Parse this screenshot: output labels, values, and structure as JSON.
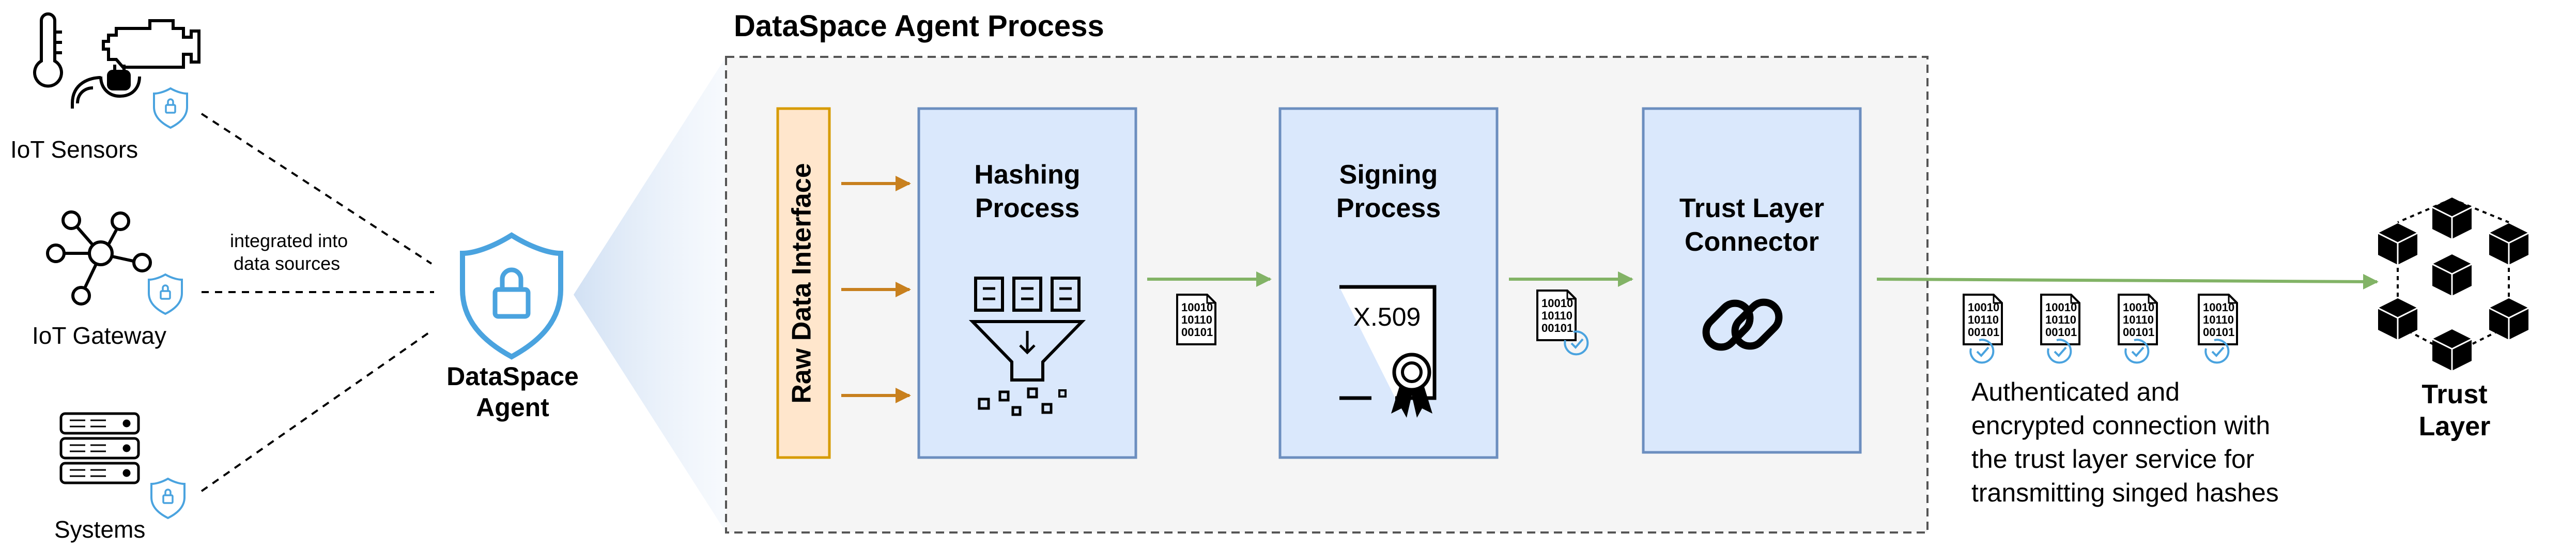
{
  "sources": {
    "iot_sensors": "IoT Sensors",
    "iot_gateway": "IoT Gateway",
    "systems": "Systems",
    "integration_note_line1": "integrated into",
    "integration_note_line2": "data sources"
  },
  "agent": {
    "label_line1": "DataSpace",
    "label_line2": "Agent"
  },
  "process": {
    "title": "DataSpace Agent Process",
    "raw_interface": "Raw Data Interface",
    "hashing_line1": "Hashing",
    "hashing_line2": "Process",
    "signing_line1": "Signing",
    "signing_line2": "Process",
    "certificate_label": "X.509",
    "connector_line1": "Trust Layer",
    "connector_line2": "Connector"
  },
  "binary": {
    "row1": "10010",
    "row2": "10110",
    "row3": "00101"
  },
  "connection_note": {
    "line1": "Authenticated and",
    "line2": "encrypted connection with",
    "line3": "the trust layer service for",
    "line4": "transmitting singed hashes"
  },
  "trust_layer": {
    "label_line1": "Trust",
    "label_line2": "Layer"
  },
  "colors": {
    "box_fill": "#dae8fc",
    "box_stroke": "#6c8ebf",
    "raw_fill": "#ffe6cc",
    "raw_stroke": "#d79b00",
    "orange_arrow": "#c8801e",
    "green_arrow": "#82b366",
    "shield": "#4aa3df",
    "process_bg": "#f5f5f5"
  }
}
